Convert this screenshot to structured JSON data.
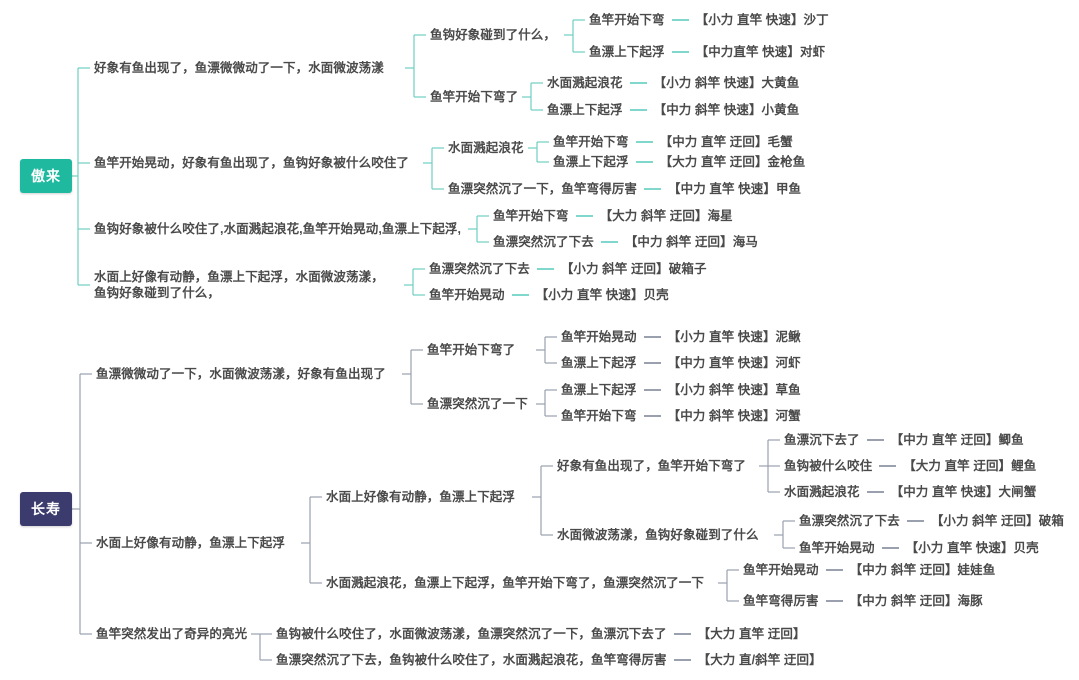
{
  "meta": {
    "accent_teal": "#1fb9a0",
    "accent_navy": "#3b3b6d",
    "link_teal": "#6fcfc0",
    "link_grey": "#9aa0ad",
    "text_color": "#4a4a4a"
  },
  "roots": [
    {
      "id": "r1",
      "label": "傲来",
      "color": "#1fb9a0"
    },
    {
      "id": "r2",
      "label": "长寿",
      "color": "#3b3b6d"
    }
  ],
  "nodes": {
    "a1": "好象有鱼出现了，鱼漂微微动了一下，水面微波荡漾",
    "a1a": "鱼钩好象碰到了什么，",
    "a1b": "鱼竿开始下弯了",
    "a2": "鱼竿开始晃动，好象有鱼出现了，鱼钩好象被什么咬住了",
    "a2a": "水面溅起浪花",
    "a3": "鱼钩好象被什么咬住了,水面溅起浪花,鱼竿开始晃动,鱼漂上下起浮,",
    "a4l1": "水面上好像有动静，鱼漂上下起浮，水面微波荡漾，",
    "a4l2": "鱼钩好象碰到了什么，",
    "b1": "鱼漂微微动了一下，水面微波荡漾，好象有鱼出现了",
    "b1a": "鱼竿开始下弯了",
    "b1b": "鱼漂突然沉了一下",
    "b2": "水面上好像有动静，鱼漂上下起浮",
    "b2a": "水面上好像有动静，鱼漂上下起浮",
    "b2a1": "好象有鱼出现了，鱼竿开始下弯了",
    "b2a2": "水面微波荡漾，鱼钩好象碰到了什么",
    "b2b": "水面溅起浪花，鱼漂上下起浮，鱼竿开始下弯了，鱼漂突然沉了一下",
    "b3": "鱼竿突然发出了奇异的亮光"
  },
  "leaves": [
    {
      "id": "L1",
      "text": "鱼竿开始下弯",
      "result": "【小力 直竿 快速】沙丁"
    },
    {
      "id": "L2",
      "text": "鱼漂上下起浮",
      "result": "【中力直竿 快速】对虾"
    },
    {
      "id": "L3",
      "text": "水面溅起浪花",
      "result": "【小力 斜竿 快速】大黄鱼"
    },
    {
      "id": "L4",
      "text": "鱼漂上下起浮",
      "result": "【中力 斜竿 快速】小黄鱼"
    },
    {
      "id": "L5",
      "text": "鱼竿开始下弯",
      "result": "【中力 直竿 迂回】毛蟹"
    },
    {
      "id": "L6",
      "text": "鱼漂上下起浮",
      "result": "【大力 直竿 迂回】金枪鱼"
    },
    {
      "id": "L7",
      "text": "鱼漂突然沉了一下，鱼竿弯得厉害",
      "result": "【中力 直竿 快速】甲鱼"
    },
    {
      "id": "L8",
      "text": "鱼竿开始下弯",
      "result": "【大力 斜竿 迂回】海星"
    },
    {
      "id": "L9",
      "text": "鱼漂突然沉了下去",
      "result": "【中力 斜竿 迂回】海马"
    },
    {
      "id": "L10",
      "text": "鱼漂突然沉了下去",
      "result": "【小力 斜竿 迂回】破箱子"
    },
    {
      "id": "L11",
      "text": "鱼竿开始晃动",
      "result": "【小力 直竿 快速】贝壳"
    },
    {
      "id": "L12",
      "text": "鱼竿开始晃动",
      "result": "【小力 直竿 快速】泥鳅"
    },
    {
      "id": "L13",
      "text": "鱼漂上下起浮",
      "result": "【中力 直竿 快速】河虾"
    },
    {
      "id": "L14",
      "text": "鱼漂上下起浮",
      "result": "【小力 斜竿 快速】草鱼"
    },
    {
      "id": "L15",
      "text": "鱼竿开始下弯",
      "result": "【中力 斜竿 快速】河蟹"
    },
    {
      "id": "L16",
      "text": "鱼漂沉下去了",
      "result": "【中力 直竿 迂回】鲫鱼"
    },
    {
      "id": "L17",
      "text": "鱼钩被什么咬住",
      "result": "【大力 直竿 迂回】鲤鱼"
    },
    {
      "id": "L18",
      "text": "水面溅起浪花",
      "result": "【中力 直竿 快速】大闸蟹"
    },
    {
      "id": "L19",
      "text": "鱼漂突然沉了下去",
      "result": "【小力 斜竿 迂回】破箱"
    },
    {
      "id": "L20",
      "text": "鱼竿开始晃动",
      "result": "【小力 直竿 快速】贝壳"
    },
    {
      "id": "L21",
      "text": "鱼竿开始晃动",
      "result": "【中力 斜竿 迂回】娃娃鱼"
    },
    {
      "id": "L22",
      "text": "鱼竿弯得厉害",
      "result": "【中力 斜竿 迂回】海豚"
    },
    {
      "id": "L23",
      "text": "鱼钩被什么咬住了，水面微波荡漾，鱼漂突然沉了一下，鱼漂沉下去了",
      "result": "【大力 直竿 迂回】"
    },
    {
      "id": "L24",
      "text": "鱼漂突然沉了下去，鱼钩被什么咬住了，水面溅起浪花，鱼竿弯得厉害",
      "result": "【大力 直/斜竿 迂回】"
    }
  ]
}
